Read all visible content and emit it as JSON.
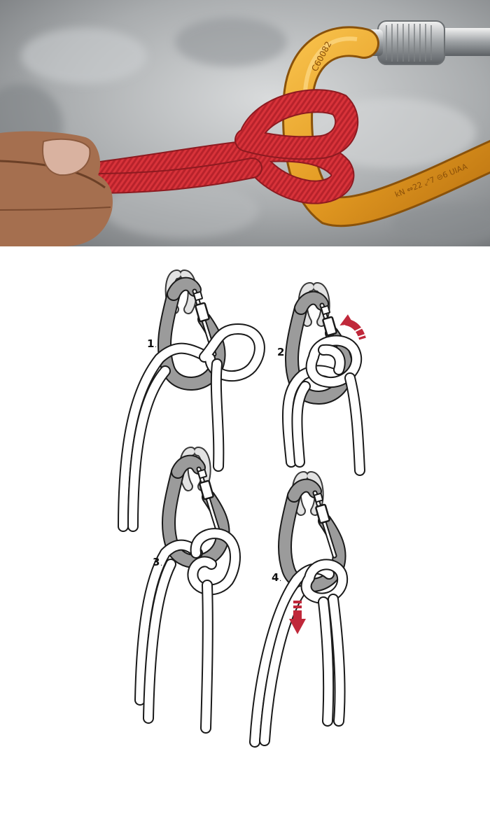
{
  "photo": {
    "carabiner_engraving_top": "C60082",
    "carabiner_engraving_side": "kN ⇔22 ⤢7 ⊝6 UIAA"
  },
  "steps": [
    {
      "number": "1",
      "suffix": "."
    },
    {
      "number": "2",
      "suffix": "."
    },
    {
      "number": "3",
      "suffix": "."
    },
    {
      "number": "4",
      "suffix": "."
    }
  ],
  "colors": {
    "rope_photo": "#d8333a",
    "carabiner_photo": "#e9a02c",
    "carabiner_diagram": "#9b9b9b",
    "sling_diagram": "#e2e2e2",
    "arrow": "#c0283a",
    "outline": "#1a1a1a"
  },
  "icons": {
    "step2_arrow": "curved-arrow-up-icon",
    "step4_arrow": "arrow-down-icon"
  }
}
